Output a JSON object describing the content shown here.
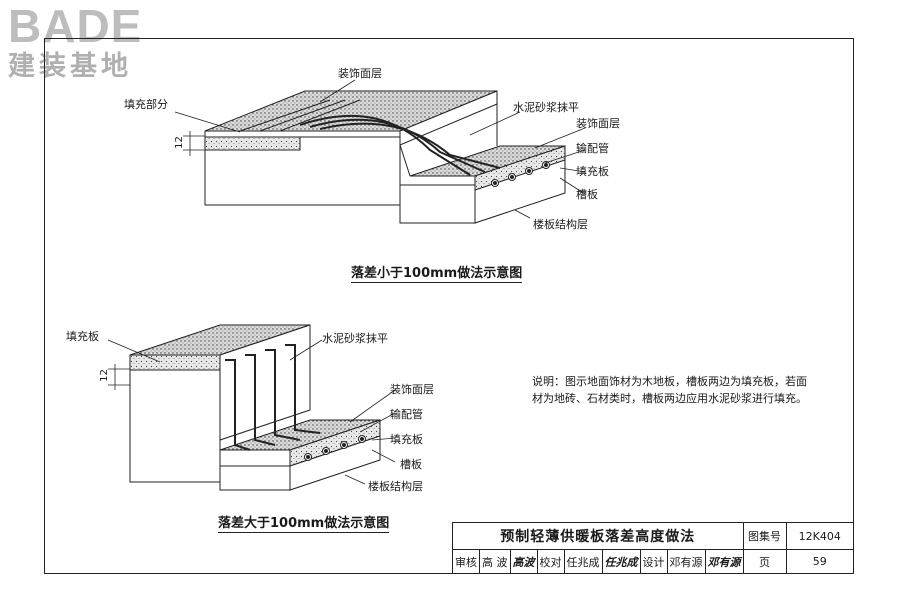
{
  "logo": {
    "wordmark": "BADE",
    "subtitle": "建装基地"
  },
  "diagram_top": {
    "caption": "落差小于100mm做法示意图",
    "labels": {
      "finish_top": "装饰面层",
      "fill_part": "填充部分",
      "mortar": "水泥砂浆抹平",
      "finish_low": "装饰面层",
      "pipe": "输配管",
      "filler": "填充板",
      "groove": "槽板",
      "structure": "楼板结构层",
      "dim": "12"
    }
  },
  "diagram_bottom": {
    "caption": "落差大于100mm做法示意图",
    "labels": {
      "filler_top": "填充板",
      "mortar": "水泥砂浆抹平",
      "finish_low": "装饰面层",
      "pipe": "输配管",
      "filler": "填充板",
      "groove": "槽板",
      "structure": "楼板结构层",
      "dim": "12"
    }
  },
  "note": {
    "text": "说明：图示地面饰材为木地板，槽板两边为填充板，若面材为地砖、石材类时，槽板两边应用水泥砂浆进行填充。"
  },
  "title_block": {
    "title": "预制轻薄供暖板落差高度做法",
    "atlas_label": "图集号",
    "atlas_no": "12K404",
    "review_label": "审核",
    "reviewer": "高  波",
    "reviewer_sig": "高波",
    "check_label": "校对",
    "checker": "任兆成",
    "checker_sig": "任兆成",
    "design_label": "设计",
    "designer": "邓有源",
    "designer_sig": "邓有源",
    "page_label": "页",
    "page_no": "59"
  }
}
